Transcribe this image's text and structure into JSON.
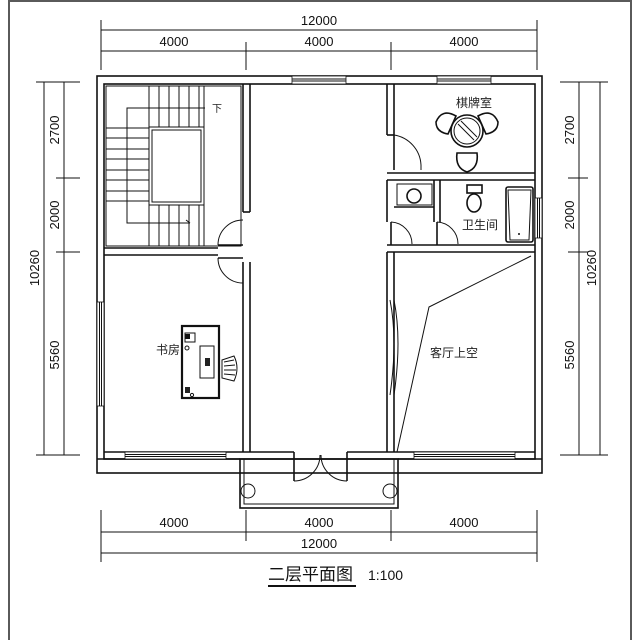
{
  "drawing": {
    "title": "二层平面图",
    "scale": "1:100"
  },
  "dimensions": {
    "top": {
      "total": "12000",
      "segments": [
        "4000",
        "4000",
        "4000"
      ]
    },
    "bottom": {
      "total": "12000",
      "segments": [
        "4000",
        "4000",
        "4000"
      ]
    },
    "left": {
      "total": "10260",
      "segments": [
        "2700",
        "2000",
        "5560"
      ]
    },
    "right": {
      "total": "10260",
      "segments": [
        "2700",
        "2000",
        "5560"
      ]
    }
  },
  "rooms": {
    "chess_room": "棋牌室",
    "bathroom": "卫生间",
    "study": "书房",
    "living_void": "客厅上空",
    "stair_mark": "下"
  },
  "colors": {
    "line": "#111111",
    "frame": "#5a5a5a",
    "background": "#ffffff"
  }
}
